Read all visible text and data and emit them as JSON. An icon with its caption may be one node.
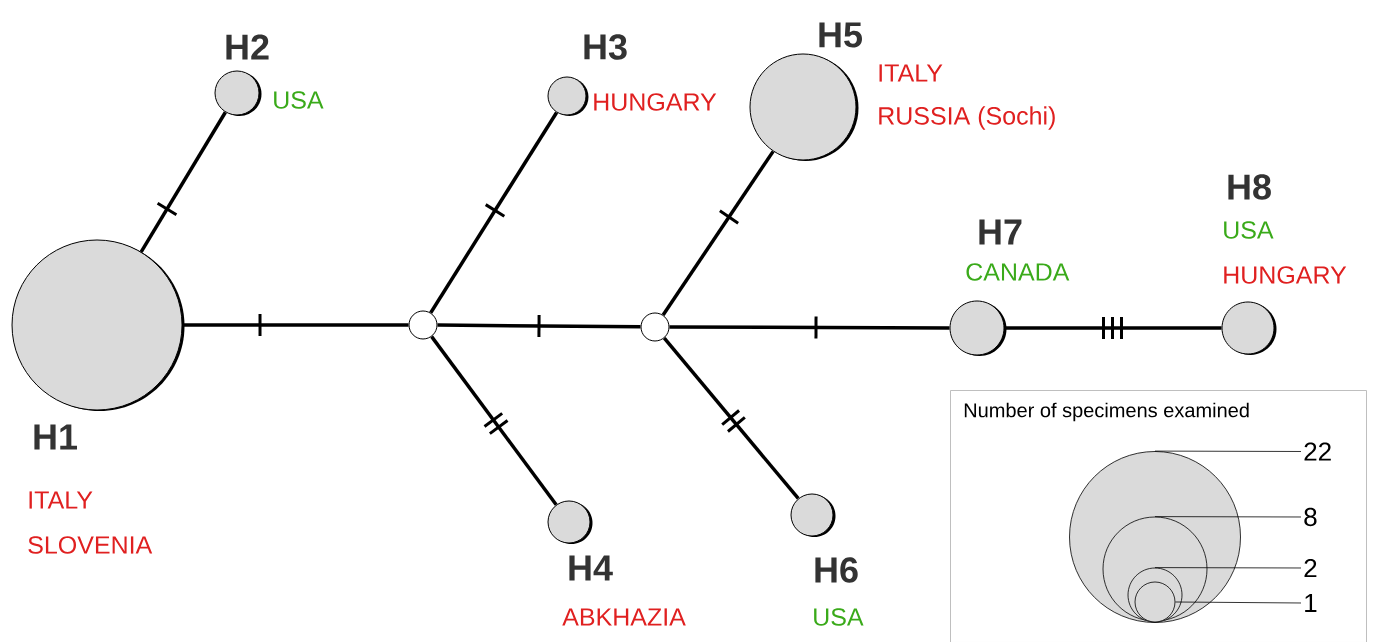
{
  "diagram": {
    "nodes": [
      {
        "text": [
          "H1"
        ],
        "beside": [
          "ITALY",
          "SLOVENIA"
        ]
      },
      {
        "text": [
          "H2"
        ],
        "beside": [
          "USA"
        ]
      },
      {
        "text": [
          "H3"
        ],
        "beside": [
          "HUNGARY"
        ]
      },
      {
        "text": [
          "H4"
        ],
        "beside": [
          "ABKHAZIA"
        ]
      },
      {
        "text": [
          "H5"
        ],
        "beside": [
          "ITALY",
          "RUSSIA (Sochi)"
        ]
      },
      {
        "text": [
          "H6"
        ],
        "beside": [
          "USA"
        ]
      },
      {
        "text": [
          "H7"
        ],
        "beside": [
          "CANADA"
        ]
      },
      {
        "text": [
          "H8"
        ],
        "beside": [
          "USA",
          "HUNGARY"
        ]
      },
      {
        "text": [],
        "shape": "circle"
      },
      {
        "text": [],
        "shape": "circle"
      },
      {
        "text": [
          "Number of specimens examined"
        ]
      },
      {
        "text": [],
        "shape": "circle",
        "in": 10
      },
      {
        "text": [],
        "shape": "circle",
        "in": 11
      },
      {
        "text": [],
        "shape": "circle",
        "in": 12
      },
      {
        "text": [],
        "shape": "circle",
        "in": 13
      },
      {
        "text": [
          "22"
        ],
        "in": 10
      },
      {
        "text": [
          "8"
        ],
        "in": 10
      },
      {
        "text": [
          "2"
        ],
        "in": 10
      },
      {
        "text": [
          "1"
        ],
        "in": 10
      }
    ],
    "edges": [
      {
        "from": 1,
        "to": 0,
        "arrow": "none"
      },
      {
        "from": 0,
        "to": 8,
        "arrow": "none"
      },
      {
        "from": 2,
        "to": 8,
        "arrow": "none"
      },
      {
        "from": 8,
        "to": 3,
        "arrow": "none"
      },
      {
        "from": 8,
        "to": 9,
        "arrow": "none"
      },
      {
        "from": 4,
        "to": 9,
        "arrow": "none"
      },
      {
        "from": 9,
        "to": 5,
        "arrow": "none"
      },
      {
        "from": 9,
        "to": 6,
        "arrow": "none"
      },
      {
        "from": 6,
        "to": 7,
        "arrow": "none"
      },
      {
        "from": 15,
        "to": 11,
        "arrow": "none"
      },
      {
        "from": 16,
        "to": 12,
        "arrow": "none"
      },
      {
        "from": 17,
        "to": 13,
        "arrow": "none"
      },
      {
        "from": 18,
        "to": 14,
        "arrow": "none"
      }
    ]
  }
}
